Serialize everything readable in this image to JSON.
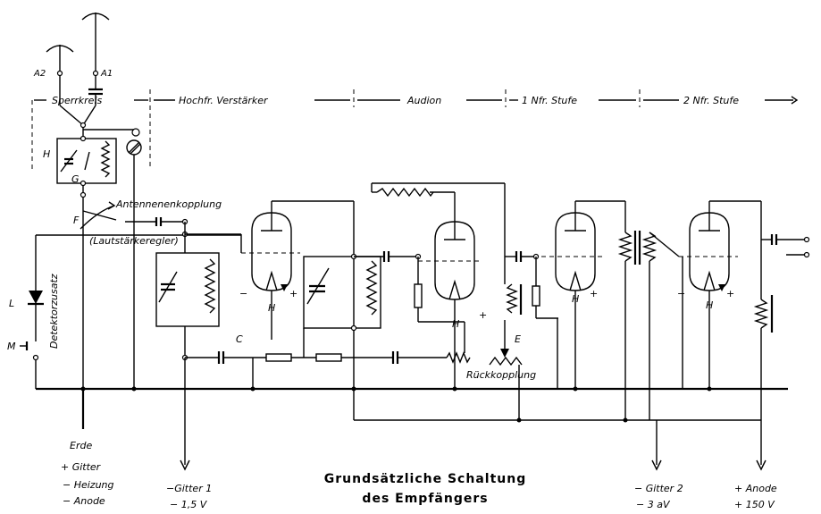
{
  "sections": {
    "sperrkreis": "Sperrkreis",
    "hf": "Hochfr. Verstärker",
    "audion": "Audion",
    "nf1": "1 Nfr. Stufe",
    "nf2": "2 Nfr. Stufe"
  },
  "antennas": {
    "a2": "A2",
    "a1": "A1"
  },
  "components": {
    "h_left": "H",
    "g": "G",
    "f": "F",
    "antenna_coupling": "Antennenenkopplung",
    "volume": "(Lautstärkeregler)",
    "detector": "Detektorzusatz",
    "l": "L",
    "m": "M",
    "c": "C",
    "e": "E",
    "feedback": "Rückkopplung",
    "tube_h": "H",
    "minus": "−",
    "plus": "+"
  },
  "terminals": {
    "ground": [
      "Erde",
      "+ Gitter",
      "− Heizung",
      "− Anode"
    ],
    "grid1": [
      "−Gitter 1",
      "− 1,5 V"
    ],
    "grid2": [
      "− Gitter 2",
      "− 3 aV"
    ],
    "anode": [
      "+ Anode",
      "+ 150 V"
    ]
  },
  "caption": [
    "Grundsätzliche Schaltung",
    "des Empfängers"
  ]
}
